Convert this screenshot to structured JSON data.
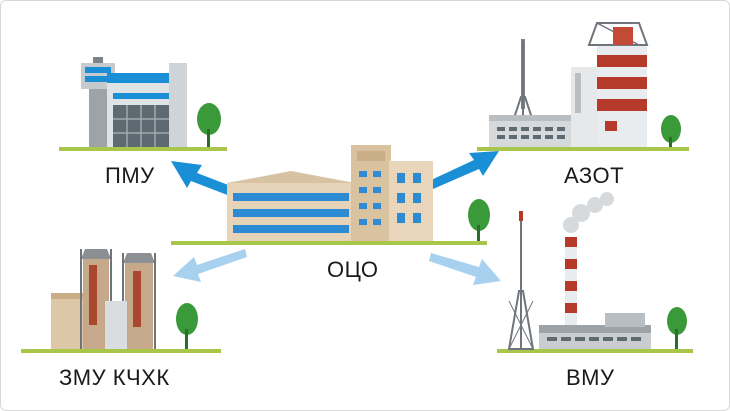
{
  "labels": {
    "pmu": "ПМУ",
    "azot": "АЗОТ",
    "oco": "ОЦО",
    "zmu": "ЗМУ КЧХК",
    "vmu": "ВМУ"
  },
  "colors": {
    "arrow_strong": "#1a8fd6",
    "arrow_light": "#a7d1ee",
    "tree": "#3a9a3a",
    "ground": "#a8c64a",
    "brick_red": "#b53a2a"
  }
}
